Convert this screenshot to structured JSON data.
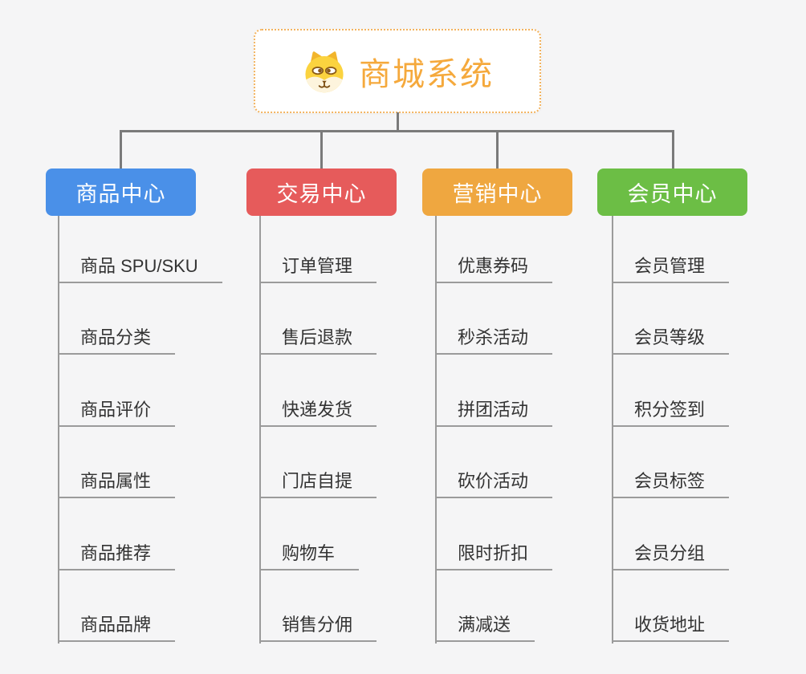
{
  "page": {
    "background": "#f5f5f6",
    "connector_color": "#7a7a7a",
    "child_line_color": "#9b9b9b",
    "child_text_color": "#333333"
  },
  "root": {
    "label": "商城系统",
    "icon": "dog-face-icon",
    "text_color": "#f5a93c",
    "border_color": "#f3b35f",
    "background": "#ffffff"
  },
  "branches": [
    {
      "label": "商品中心",
      "color": "#4a90e8",
      "children": [
        "商品 SPU/SKU",
        "商品分类",
        "商品评价",
        "商品属性",
        "商品推荐",
        "商品品牌"
      ]
    },
    {
      "label": "交易中心",
      "color": "#e65b5b",
      "children": [
        "订单管理",
        "售后退款",
        "快递发货",
        "门店自提",
        "购物车",
        "销售分佣"
      ]
    },
    {
      "label": "营销中心",
      "color": "#efa740",
      "children": [
        "优惠券码",
        "秒杀活动",
        "拼团活动",
        "砍价活动",
        "限时折扣",
        "满减送"
      ]
    },
    {
      "label": "会员中心",
      "color": "#6cbe45",
      "children": [
        "会员管理",
        "会员等级",
        "积分签到",
        "会员标签",
        "会员分组",
        "收货地址"
      ]
    }
  ]
}
